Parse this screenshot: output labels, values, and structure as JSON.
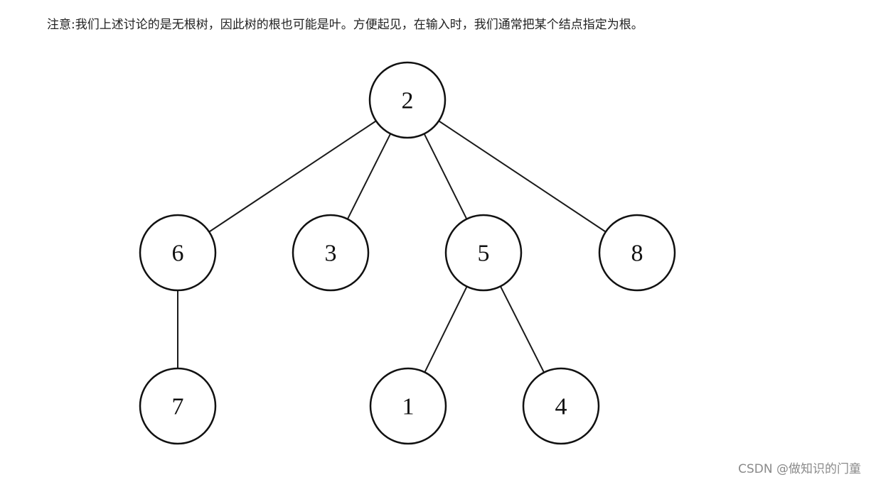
{
  "note": "注意:我们上述讨论的是无根树，因此树的根也可能是叶。方便起见，在输入时，我们通常把某个结点指定为根。",
  "tree": {
    "nodes": [
      {
        "id": "2",
        "label": "2"
      },
      {
        "id": "6",
        "label": "6"
      },
      {
        "id": "3",
        "label": "3"
      },
      {
        "id": "5",
        "label": "5"
      },
      {
        "id": "8",
        "label": "8"
      },
      {
        "id": "7",
        "label": "7"
      },
      {
        "id": "1",
        "label": "1"
      },
      {
        "id": "4",
        "label": "4"
      }
    ],
    "edges": [
      {
        "from": "2",
        "to": "6"
      },
      {
        "from": "2",
        "to": "3"
      },
      {
        "from": "2",
        "to": "5"
      },
      {
        "from": "2",
        "to": "8"
      },
      {
        "from": "6",
        "to": "7"
      },
      {
        "from": "5",
        "to": "1"
      },
      {
        "from": "5",
        "to": "4"
      }
    ]
  },
  "watermark": "CSDN @做知识的门童"
}
